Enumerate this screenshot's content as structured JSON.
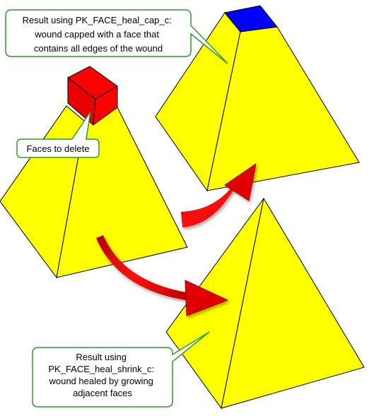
{
  "callouts": {
    "cap": {
      "lines": [
        "Result using PK_FACE_heal_cap_c:",
        "wound capped with a face that",
        "contains all edges of the wound"
      ]
    },
    "delete": {
      "lines": [
        "Faces to delete"
      ]
    },
    "shrink": {
      "lines": [
        "Result using",
        "PK_FACE_heal_shrink_c:",
        "wound healed by growing",
        "adjacent faces"
      ]
    }
  },
  "colors": {
    "face_yellow": "#ffff00",
    "face_yellow_shade": "#f5f000",
    "deleted_faces_red": "#ff0000",
    "cap_face_blue": "#0000ff",
    "arrow_red": "#e00000",
    "callout_border_green": "#2e9a2e",
    "edge_black": "#000000"
  }
}
